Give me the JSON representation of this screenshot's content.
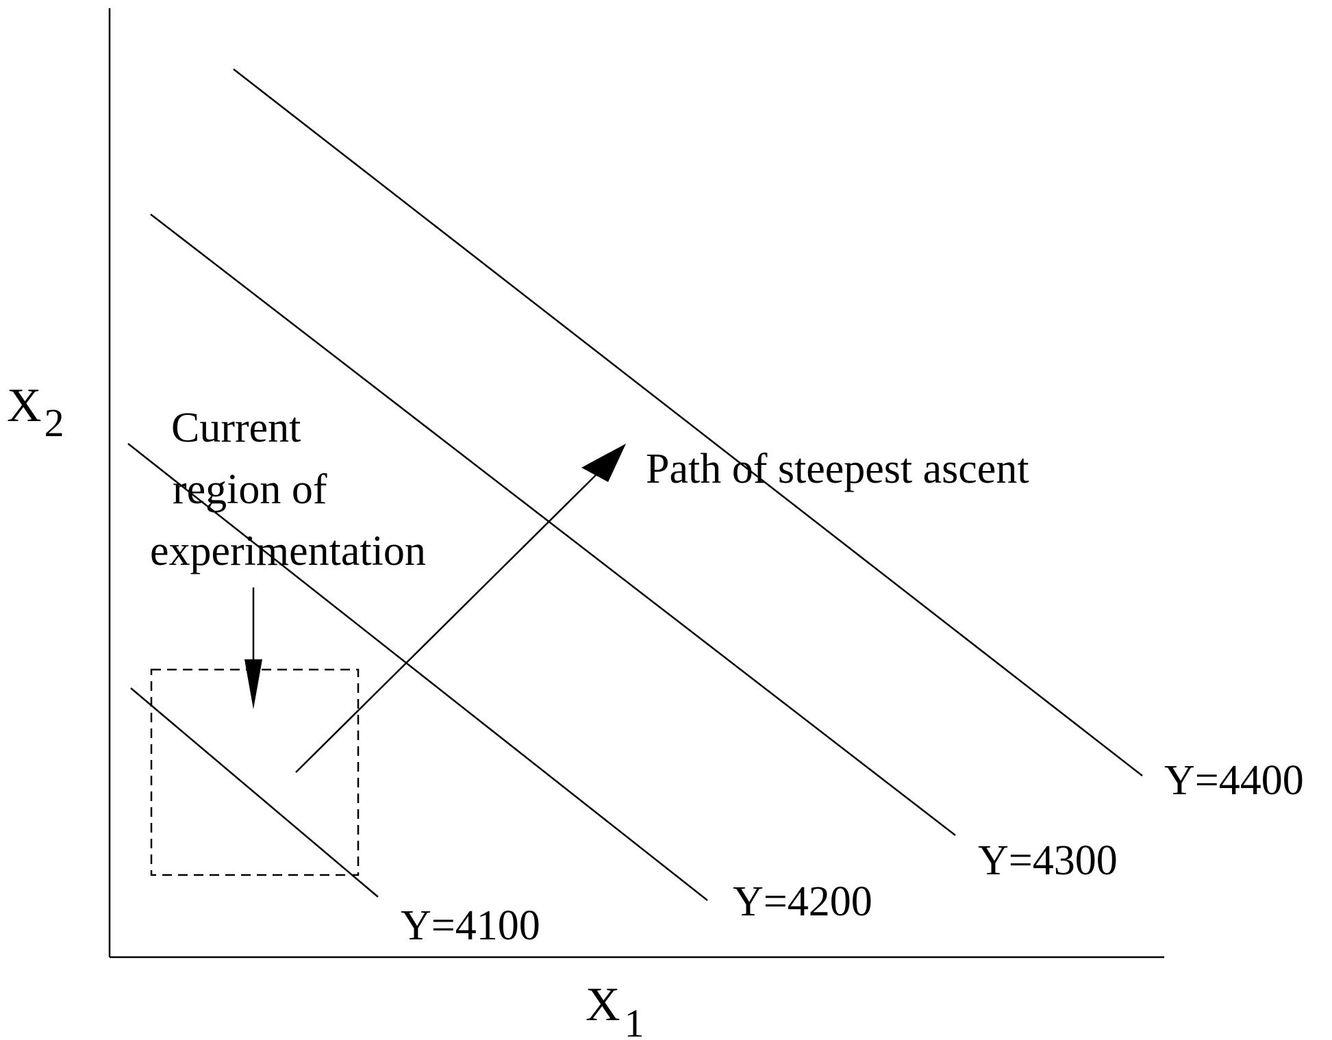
{
  "axes": {
    "x_label": "X",
    "x_subscript": "1",
    "y_label": "X",
    "y_subscript": "2"
  },
  "contours": [
    {
      "label": "Y=4100"
    },
    {
      "label": "Y=4200"
    },
    {
      "label": "Y=4300"
    },
    {
      "label": "Y=4400"
    }
  ],
  "region": {
    "label_lines": [
      "Current",
      "region of",
      "experimentation"
    ]
  },
  "path": {
    "label": "Path of steepest ascent"
  },
  "colors": {
    "stroke": "#000000",
    "background": "#ffffff"
  }
}
